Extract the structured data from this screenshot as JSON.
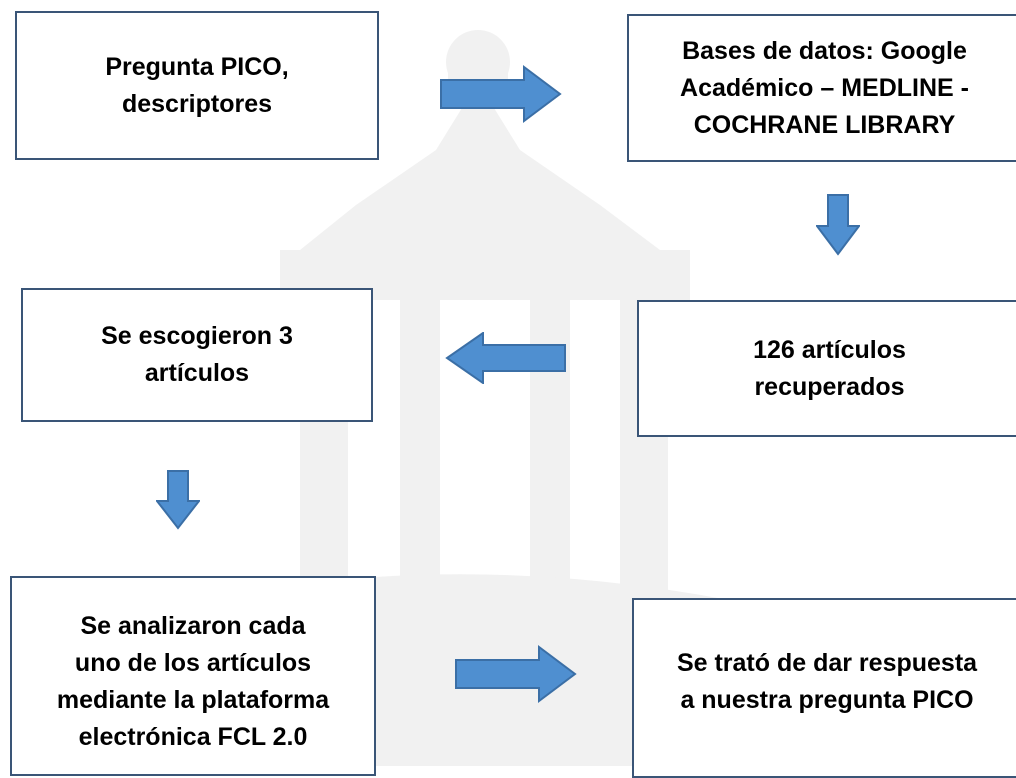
{
  "diagram": {
    "nodes": {
      "pico": "Pregunta PICO,\ndescriptores",
      "bases": "Bases de datos: Google\nAcadémico – MEDLINE -\nCOCHRANE LIBRARY",
      "recuperados": "126 artículos\nrecuperados",
      "escogieron": "Se escogieron 3\nartículos",
      "analizaron": "Se analizaron cada\nuno de los artículos\nmediante la plataforma\nelectrónica FCL 2.0",
      "respuesta": "Se trató de dar respuesta\na nuestra pregunta PICO"
    },
    "colors": {
      "arrow_fill": "#4f8fd0",
      "arrow_stroke": "#3b6fa6",
      "box_border": "#3a5577",
      "watermark": "#f1f1f1"
    }
  }
}
